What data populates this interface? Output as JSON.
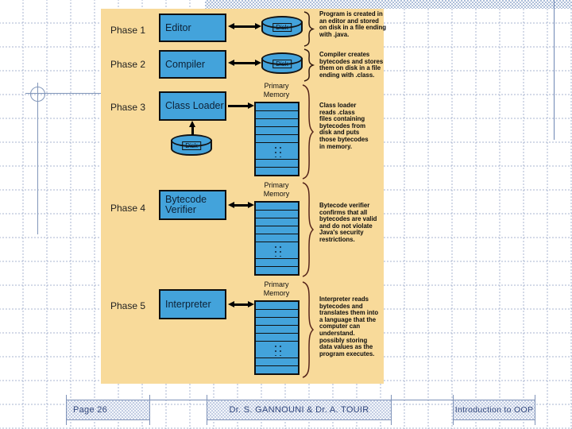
{
  "colors": {
    "slide_background": "#F8DA9A",
    "shape_fill": "#43A3DB",
    "shape_border": "#101010",
    "blueprint_line": "#7E92B8",
    "footer_text": "#31477C"
  },
  "slide": {
    "phases": [
      {
        "label": "Phase 1",
        "box": "Editor",
        "disk": "Disk",
        "note": "Program is created in\nan editor and stored\non disk in a file ending\nwith .java."
      },
      {
        "label": "Phase 2",
        "box": "Compiler",
        "disk": "Disk",
        "note": "Compiler creates\nbytecodes and stores\nthem on disk in a file\nending with .class."
      },
      {
        "label": "Phase 3",
        "box": "Class Loader",
        "disk": "Disk",
        "memory": "Primary\nMemory",
        "note": "Class loader\nreads .class\nfiles containing\nbytecodes from\ndisk and puts\nthose bytecodes\nin memory."
      },
      {
        "label": "Phase 4",
        "box": "Bytecode\nVerifier",
        "memory": "Primary\nMemory",
        "note": "Bytecode verifier\nconfirms that all\nbytecodes are valid\nand do not violate\nJava's security\nrestrictions."
      },
      {
        "label": "Phase 5",
        "box": "Interpreter",
        "memory": "Primary\nMemory",
        "note": "Interpreter reads\nbytecodes and\ntranslates them into\na language that the\ncomputer can\nunderstand.\npossibly storing\ndata values as the\nprogram executes."
      }
    ]
  },
  "footer": {
    "page": "Page 26",
    "authors": "Dr. S. GANNOUNI & Dr. A. TOUIR",
    "course": "Introduction to OOP"
  }
}
